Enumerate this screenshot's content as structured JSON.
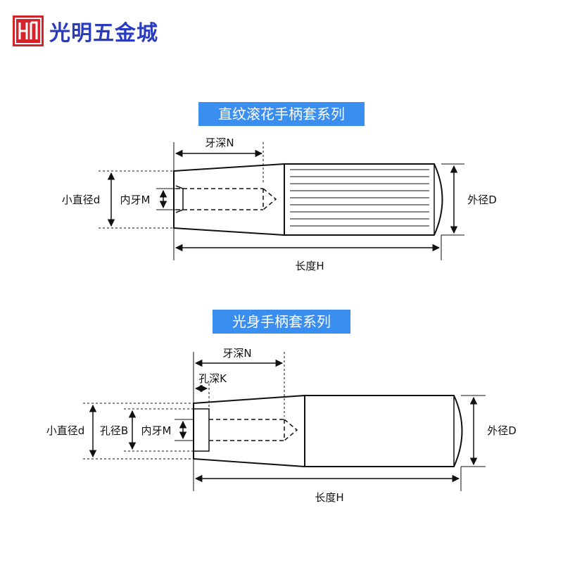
{
  "logo": {
    "text": "光明五金城",
    "icon": "hardware-store-logo-icon",
    "brand_color": "#d4232a",
    "text_color": "#2a3bbf"
  },
  "accent_color": "#3a8ef0",
  "diagram1": {
    "title": "直纹滚花手柄套系列",
    "labels": {
      "thread_depth": "牙深N",
      "small_diameter": "小直径d",
      "inner_thread": "内牙M",
      "outer_diameter": "外径D",
      "length": "长度H"
    }
  },
  "diagram2": {
    "title": "光身手柄套系列",
    "labels": {
      "thread_depth": "牙深N",
      "hole_depth": "孔深K",
      "small_diameter": "小直径d",
      "hole_diameter": "孔径B",
      "inner_thread": "内牙M",
      "outer_diameter": "外径D",
      "length": "长度H"
    }
  }
}
